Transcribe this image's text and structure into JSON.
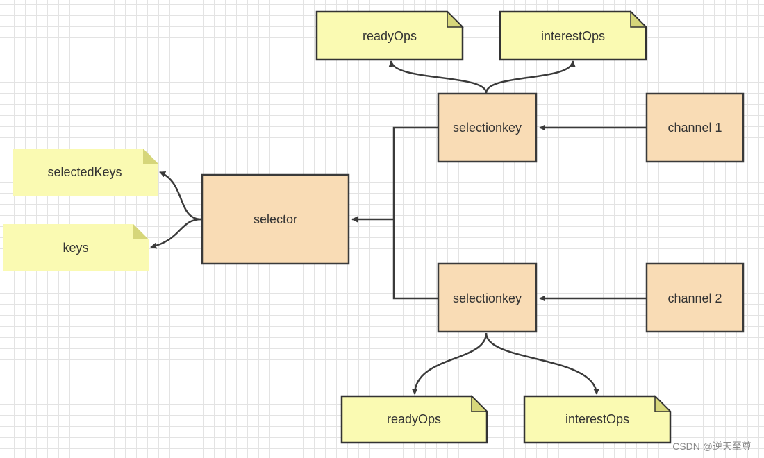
{
  "diagram": {
    "colors": {
      "box_fill": "#f9dcb5",
      "box_stroke": "#3a3a3a",
      "note_fill": "#fafab2",
      "note_fold": "#d6d67a",
      "note_stroke": "#333333",
      "arrow": "#3a3a3a",
      "grid": "#e3e3e3"
    },
    "nodes": {
      "selector": "selector",
      "selectionkey_1": "selectionkey",
      "selectionkey_2": "selectionkey",
      "channel_1": "channel 1",
      "channel_2": "channel 2",
      "selected_keys": "selectedKeys",
      "keys": "keys",
      "ready_ops_top": "readyOps",
      "interest_ops_top": "interestOps",
      "ready_ops_bottom": "readyOps",
      "interest_ops_bottom": "interestOps"
    },
    "edges": [
      {
        "from": "channel 1",
        "to": "selectionkey"
      },
      {
        "from": "channel 2",
        "to": "selectionkey"
      },
      {
        "from": "selectionkey",
        "to": "selector"
      },
      {
        "from": "selectionkey",
        "to": "readyOps"
      },
      {
        "from": "selectionkey",
        "to": "interestOps"
      },
      {
        "from": "selector",
        "to": "selectedKeys"
      },
      {
        "from": "selector",
        "to": "keys"
      }
    ]
  },
  "watermark": "CSDN @逆天至尊"
}
